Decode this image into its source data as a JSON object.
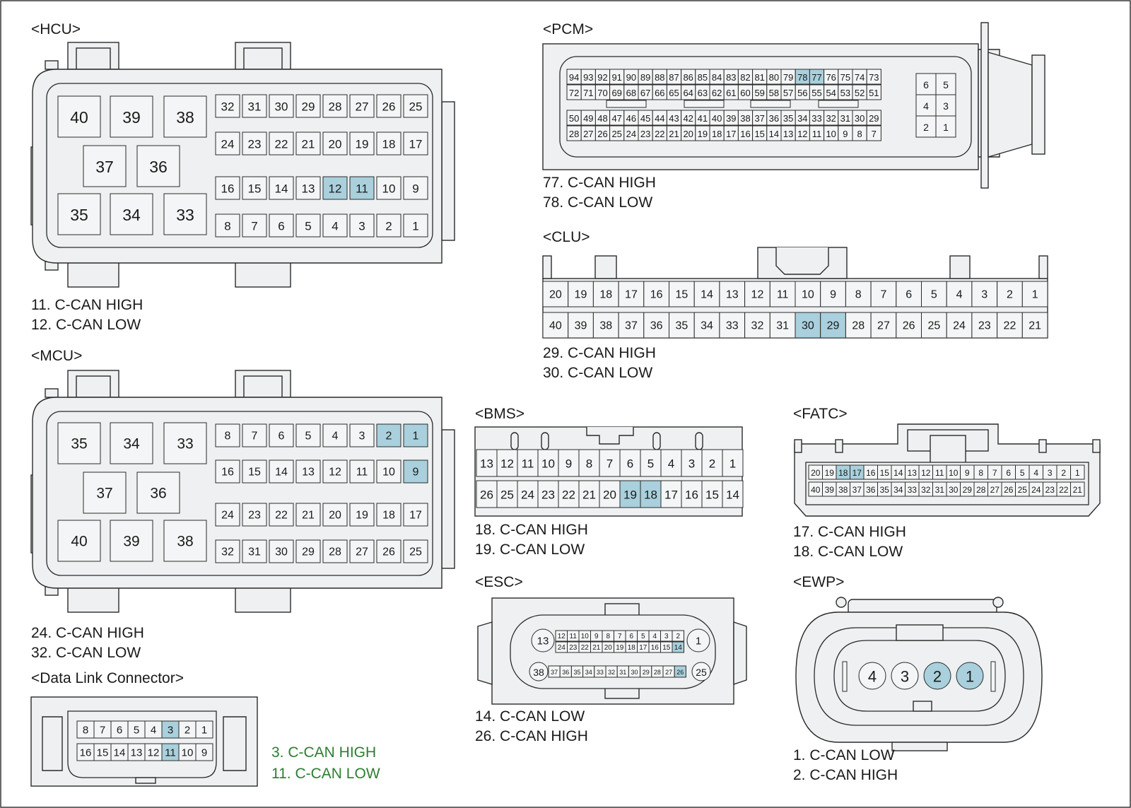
{
  "highlight_color": "#a9d0dc",
  "note_green_color": "#2e7d32",
  "connectors": {
    "hcu": {
      "title": "<HCU>",
      "highlighted": [
        11,
        12
      ],
      "notes": [
        "11. C-CAN HIGH",
        "12. C-CAN LOW"
      ]
    },
    "pcm": {
      "title": "<PCM>",
      "highlighted": [
        77,
        78
      ],
      "notes": [
        "77. C-CAN HIGH",
        "78. C-CAN LOW"
      ]
    },
    "clu": {
      "title": "<CLU>",
      "highlighted": [
        29,
        30
      ],
      "notes": [
        "29. C-CAN HIGH",
        "30. C-CAN LOW"
      ]
    },
    "mcu": {
      "title": "<MCU>",
      "highlighted": [
        1,
        2,
        9
      ],
      "notes": [
        "24. C-CAN HIGH",
        "32. C-CAN LOW"
      ]
    },
    "bms": {
      "title": "<BMS>",
      "highlighted": [
        18,
        19
      ],
      "notes": [
        "18. C-CAN HIGH",
        "19. C-CAN LOW"
      ]
    },
    "fatc": {
      "title": "<FATC>",
      "highlighted": [
        17,
        18
      ],
      "notes": [
        "17. C-CAN HIGH",
        "18. C-CAN LOW"
      ]
    },
    "esc": {
      "title": "<ESC>",
      "highlighted": [
        14,
        26
      ],
      "notes": [
        "14. C-CAN LOW",
        "26. C-CAN HIGH"
      ]
    },
    "ewp": {
      "title": "<EWP>",
      "highlighted": [
        1,
        2
      ],
      "notes": [
        "1. C-CAN LOW",
        "2. C-CAN HIGH"
      ]
    },
    "dlc": {
      "title": "<Data Link Connector>",
      "highlighted": [
        3,
        11
      ],
      "notes": [
        "3. C-CAN HIGH",
        "11. C-CAN LOW"
      ]
    }
  }
}
